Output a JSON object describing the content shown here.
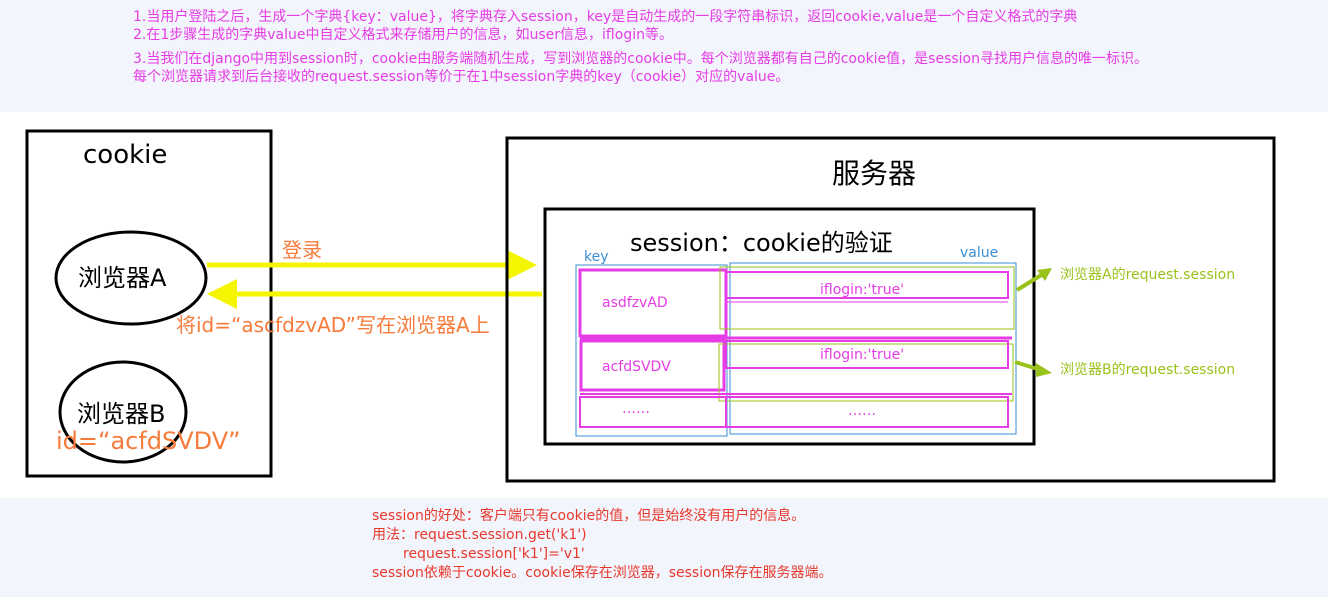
{
  "notes_top": [
    "1.当用户登陆之后，生成一个字典{key：value}，将字典存入session，key是自动生成的一段字符串标识，返回cookie,value是一个自定义格式的字典",
    "2.在1步骤生成的字典value中自定义格式来存储用户的信息，如user信息，iflogin等。",
    "3.当我们在django中用到session时，cookie由服务端随机生成，写到浏览器的cookie中。每个浏览器都有自己的cookie值，是session寻找用户信息的唯一标识。",
    "每个浏览器请求到后台接收的request.session等价于在1中session字典的key（cookie）对应的value。"
  ],
  "cookie_box": {
    "title": "cookie",
    "browser_a": "浏览器A",
    "browser_b": "浏览器B",
    "browser_b_id": "id=“acfdSVDV”"
  },
  "arrows": {
    "login": "登录",
    "write_back": "将id=“ascfdzvAD”写在浏览器A上"
  },
  "server": {
    "title": "服务器",
    "session_title": "session：cookie的验证",
    "key_label": "key",
    "value_label": "value",
    "rows": [
      {
        "key": "asdfzvAD",
        "value": "iflogin:'true'"
      },
      {
        "key": "acfdSVDV",
        "value": "iflogin:'true'"
      },
      {
        "key": "……",
        "value": "……"
      }
    ],
    "annotation_a": "浏览器A的request.session",
    "annotation_b": "浏览器B的request.session"
  },
  "notes_bottom": {
    "line1": "session的好处：客户端只有cookie的值，但是始终没有用户的信息。",
    "line2": "用法：request.session.get('k1')",
    "line3": "request.session['k1']='v1'",
    "line4": "session依赖于cookie。cookie保存在浏览器，session保存在服务器端。"
  },
  "colors": {
    "note_magenta": "#e63ce6",
    "note_red": "#e8382c",
    "arrow_yellow": "#f5f500",
    "orange": "#f77b3a",
    "green": "#99c21a",
    "blue_label": "#3a8fd6"
  }
}
